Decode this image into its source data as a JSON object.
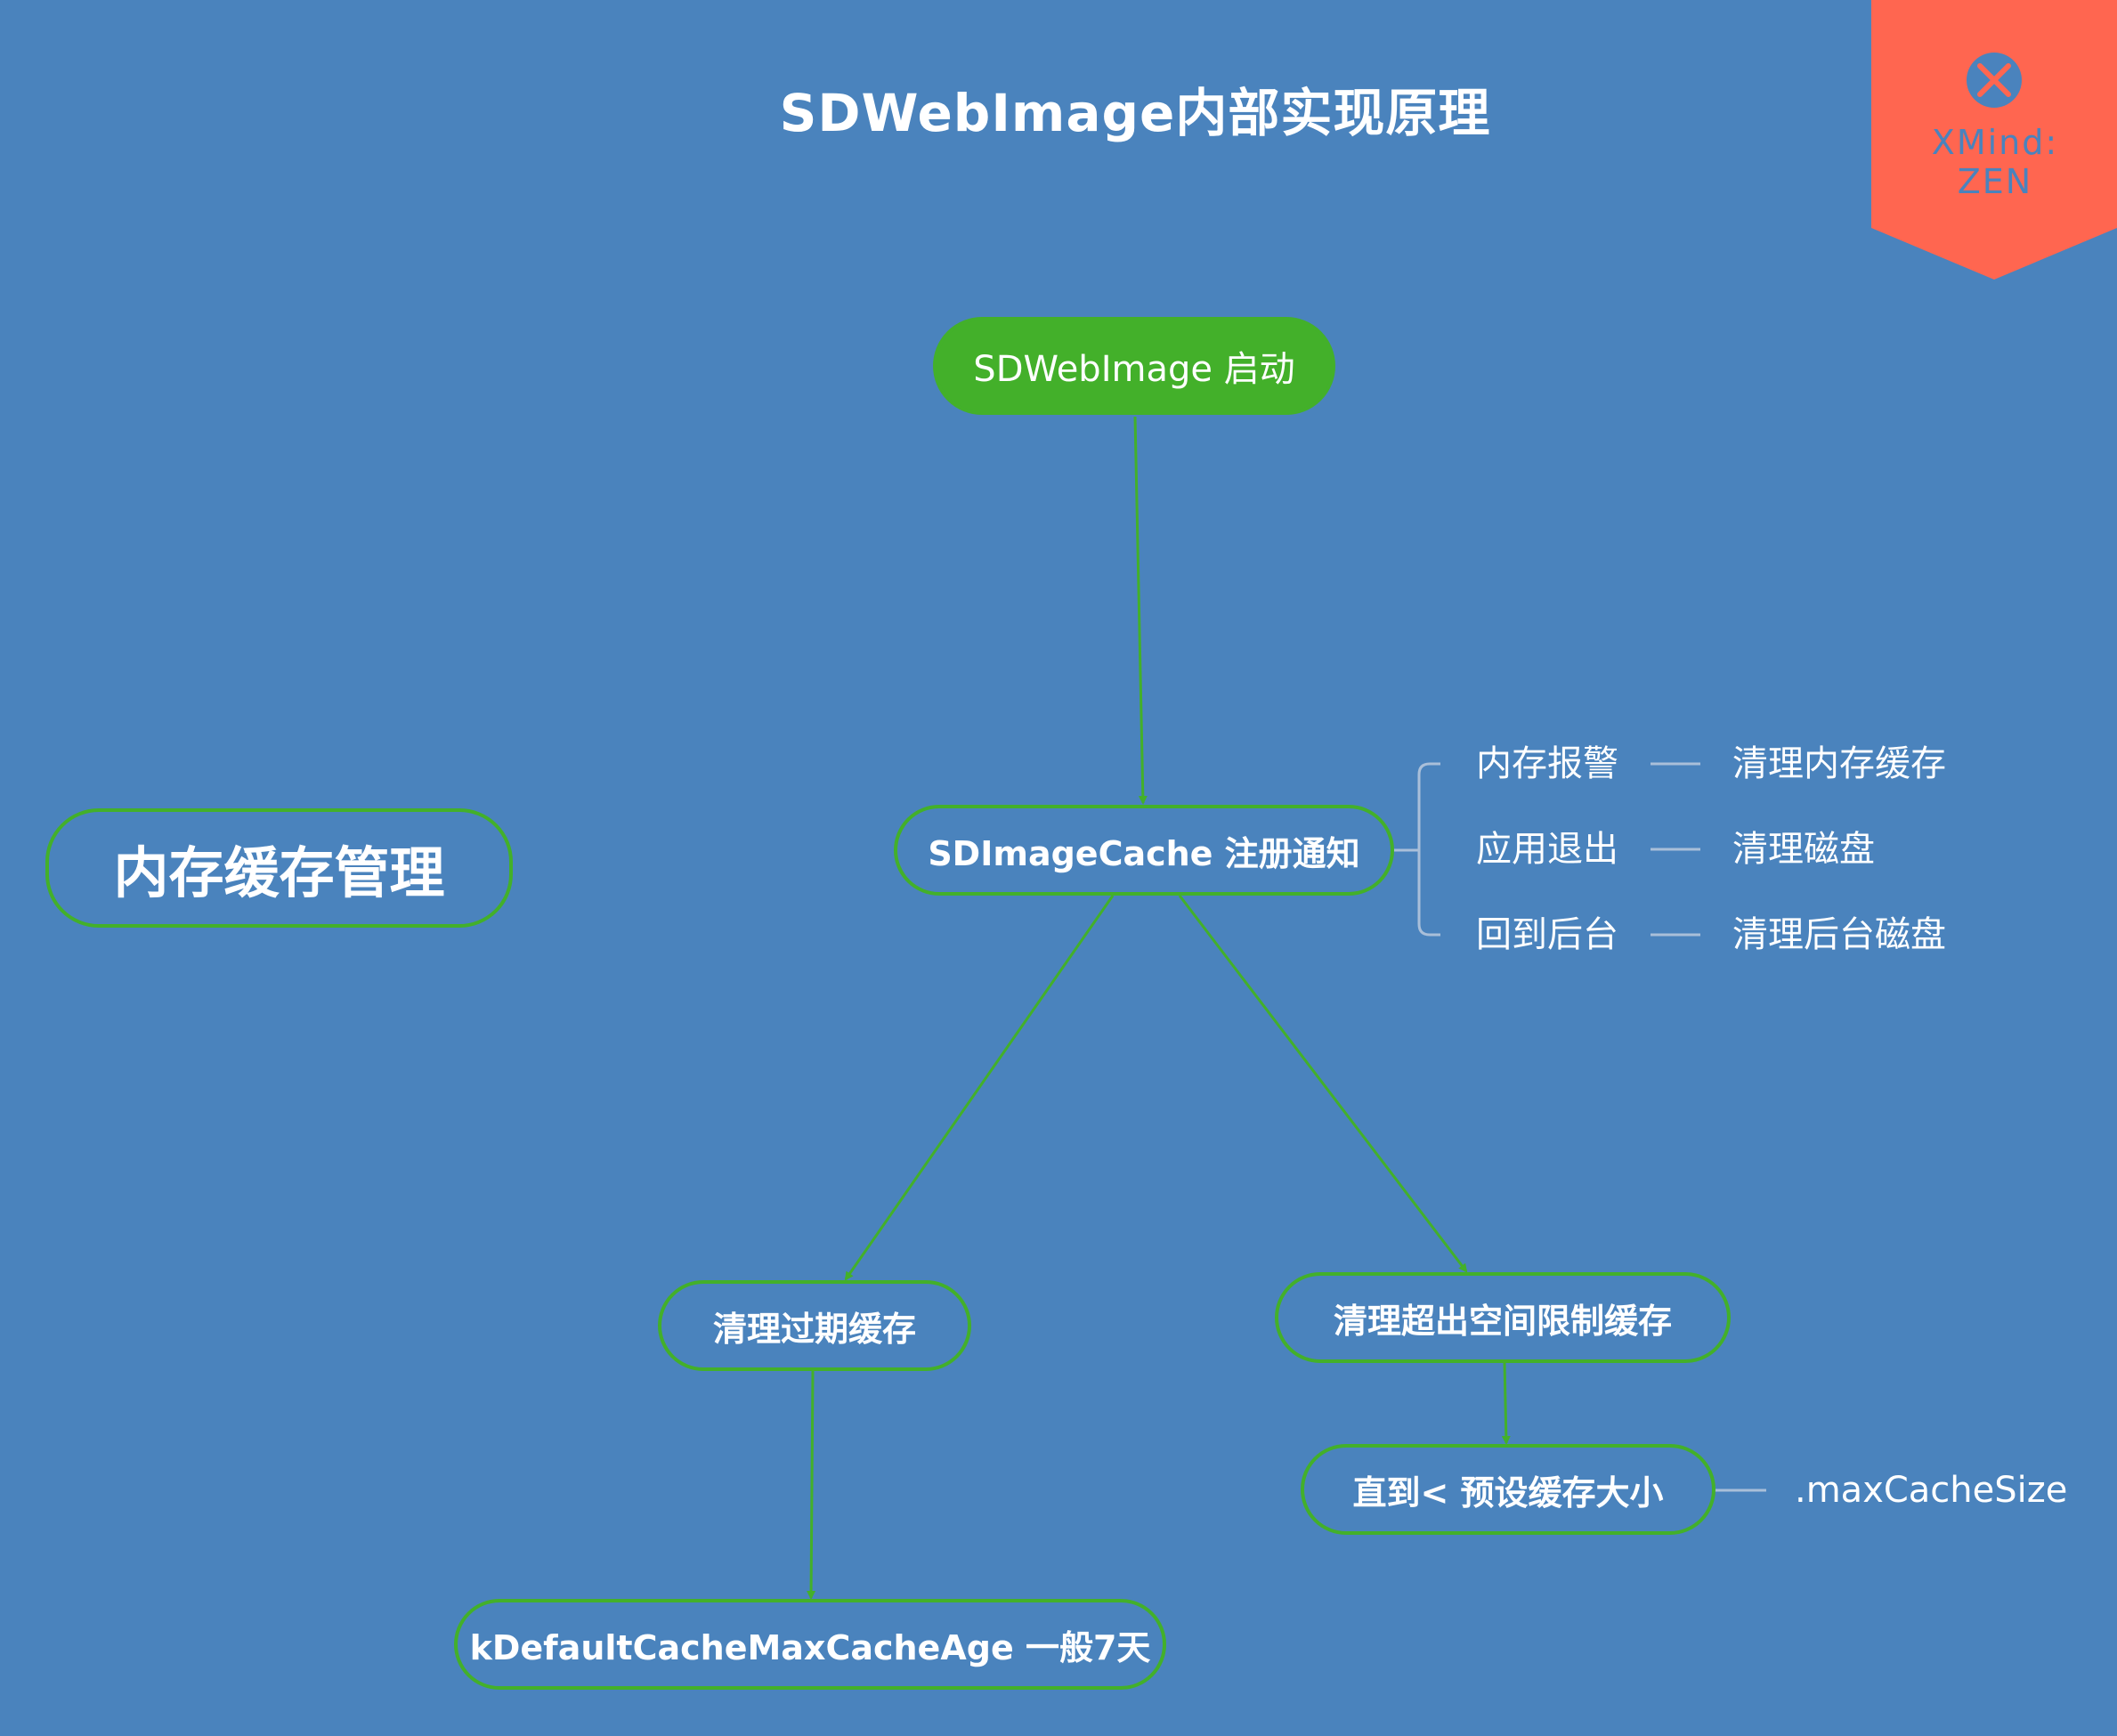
{
  "title": "SDWebImage内部实现原理",
  "floating_topic": "内存缓存管理",
  "nodes": {
    "root": "SDWebImage 启动",
    "register": "SDImageCache 注册通知",
    "expired": "清理过期缓存",
    "overflow": "清理超出空间限制缓存",
    "max_age": "kDefaultCacheMaxCacheAge 一般7天",
    "until_size": "直到< 预设缓存大小",
    "max_size_prop": ".maxCacheSize"
  },
  "notifications": [
    {
      "event": "内存报警",
      "action": "清理内存缓存"
    },
    {
      "event": "应用退出",
      "action": "清理磁盘"
    },
    {
      "event": "回到后台",
      "action": "清理后台磁盘"
    }
  ],
  "watermark": "XMind: ZEN",
  "colors": {
    "background": "#4A83BD",
    "node_border": "#43B02A",
    "root_fill": "#43B02A",
    "connector": "#43B02A",
    "bracket": "#A9BFD9",
    "badge": "#FF6650"
  }
}
